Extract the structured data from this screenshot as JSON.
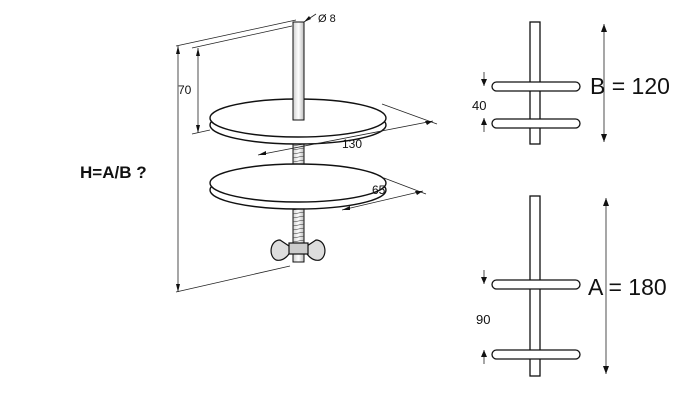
{
  "question_label": "H=A/B ?",
  "dimensions": {
    "rod_diameter": "Ø 8",
    "rod_height": "70",
    "disc_diameter": "130",
    "disc_radius": "65"
  },
  "config_b": {
    "label": "B = 120",
    "gap": "40"
  },
  "config_a": {
    "label": "A = 180",
    "gap": "90"
  },
  "colors": {
    "line": "#111111",
    "disc_fill": "#ffffff",
    "rod_fill": "#ffffff"
  }
}
